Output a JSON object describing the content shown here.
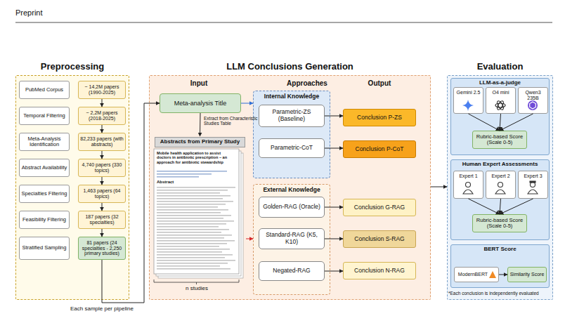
{
  "diagram": {
    "nodes": [
      {
        "text": [
          "Preprocessing"
        ]
      },
      {
        "text": [
          "PubMed Corpus"
        ],
        "in": 0
      },
      {
        "text": [
          "~ 14,2M papers (1990-2025)"
        ],
        "in": 0
      },
      {
        "text": [
          "Temporal Filtering"
        ],
        "in": 0
      },
      {
        "text": [
          "~ 2,2M papers (2018-2025)"
        ],
        "in": 0
      },
      {
        "text": [
          "Meta-Analysis Identification"
        ],
        "in": 0
      },
      {
        "text": [
          "82,233 papers (with abstracts)"
        ],
        "in": 0
      },
      {
        "text": [
          "Abstract Availability"
        ],
        "in": 0
      },
      {
        "text": [
          "4,740 papers (330 topics)"
        ],
        "in": 0
      },
      {
        "text": [
          "Specialties Filtering"
        ],
        "in": 0
      },
      {
        "text": [
          "1,463 papers (64 topics)"
        ],
        "in": 0
      },
      {
        "text": [
          "Feasibility Filtering"
        ],
        "in": 0
      },
      {
        "text": [
          "187 papers (32 specialties)"
        ],
        "in": 0
      },
      {
        "text": [
          "Stratified Sampling"
        ],
        "in": 0
      },
      {
        "text": [
          "81 papers (24 specialties - 2,250 primary studies)"
        ],
        "in": 0
      },
      {
        "text": [
          "LLM Conclusions Generation"
        ]
      },
      {
        "text": [
          "Meta-analysis Title"
        ],
        "in": 15
      },
      {
        "text": [
          "Abstracts from Primary Study"
        ],
        "in": 15
      },
      {
        "text": [
          "Internal Knowledge"
        ],
        "in": 15
      },
      {
        "text": [
          "Parametric-ZS (Baseline)"
        ],
        "in": 18
      },
      {
        "text": [
          "Parametric-CoT"
        ],
        "in": 18
      },
      {
        "text": [
          "External Knowledge"
        ],
        "in": 15
      },
      {
        "text": [
          "Golden-RAG (Oracle)"
        ],
        "in": 21
      },
      {
        "text": [
          "Standard-RAG (K5, K10)"
        ],
        "in": 21
      },
      {
        "text": [
          "Negated-RAG"
        ],
        "in": 21
      },
      {
        "text": [
          "Conclusion P-ZS"
        ],
        "in": 15
      },
      {
        "text": [
          "Conclusion P-CoT"
        ],
        "in": 15
      },
      {
        "text": [
          "Conclusion G-RAG"
        ],
        "in": 15
      },
      {
        "text": [
          "Conclusion S-RAG"
        ],
        "in": 15
      },
      {
        "text": [
          "Conclusion N-RAG"
        ],
        "in": 15
      },
      {
        "text": [
          "Evaluation"
        ]
      },
      {
        "text": [
          "LLM-as-a-judge"
        ],
        "in": 30
      },
      {
        "text": [
          "Gemini 2.5"
        ],
        "in": 31
      },
      {
        "text": [
          "O4 mini"
        ],
        "in": 31
      },
      {
        "text": [
          "Qwen3 235B"
        ],
        "in": 31
      },
      {
        "text": [
          "Rubric-based Score (Scale 0-5)"
        ],
        "in": 31
      },
      {
        "text": [
          "Human Expert Assessments"
        ],
        "in": 30
      },
      {
        "text": [
          "Expert 1"
        ],
        "in": 36
      },
      {
        "text": [
          "Expert 2"
        ],
        "in": 36
      },
      {
        "text": [
          "Expert 3"
        ],
        "in": 36
      },
      {
        "text": [
          "Rubric-based Score (Scale 0-5)"
        ],
        "in": 36
      },
      {
        "text": [
          "BERT Score"
        ],
        "in": 30
      },
      {
        "text": [
          "ModernBERT"
        ],
        "in": 41
      },
      {
        "text": [
          "Similarity Score"
        ],
        "in": 41
      }
    ],
    "edges": [
      {
        "from": 2,
        "to": 4,
        "arrow": "to"
      },
      {
        "from": 4,
        "to": 6,
        "arrow": "to"
      },
      {
        "from": 6,
        "to": 8,
        "arrow": "to"
      },
      {
        "from": 8,
        "to": 10,
        "arrow": "to"
      },
      {
        "from": 10,
        "to": 12,
        "arrow": "to"
      },
      {
        "from": 12,
        "to": 14,
        "arrow": "to"
      },
      {
        "from": 14,
        "to": 16,
        "label": "Each sample per pipeline",
        "arrow": "to"
      },
      {
        "from": 16,
        "to": 17,
        "label": "Extract from Characteristic Studies Table",
        "arrow": "to"
      },
      {
        "from": 16,
        "to": 18,
        "arrow": "to"
      },
      {
        "from": 17,
        "to": 21,
        "arrow": "to"
      },
      {
        "from": 19,
        "to": 25,
        "arrow": "to"
      },
      {
        "from": 20,
        "to": 26,
        "arrow": "to"
      },
      {
        "from": 22,
        "to": 27,
        "arrow": "to"
      },
      {
        "from": 23,
        "to": 28,
        "arrow": "to"
      },
      {
        "from": 24,
        "to": 29,
        "arrow": "to"
      },
      {
        "from": 15,
        "to": 30,
        "arrow": "to"
      },
      {
        "from": 32,
        "to": 35,
        "arrow": "to"
      },
      {
        "from": 33,
        "to": 35,
        "arrow": "to"
      },
      {
        "from": 34,
        "to": 35,
        "arrow": "to"
      },
      {
        "from": 37,
        "to": 40,
        "arrow": "to"
      },
      {
        "from": 38,
        "to": 40,
        "arrow": "to"
      },
      {
        "from": 39,
        "to": 40,
        "arrow": "to"
      },
      {
        "from": 42,
        "to": 43,
        "arrow": "to"
      }
    ],
    "labels": [
      "Preprint",
      "Input",
      "Approaches",
      "Output",
      "Mobile health application to assist doctors in antibiotic prescription – an approach for antibiotic stewardship",
      "Abstract",
      "n studies",
      "*Each conclusion is independently evaluated"
    ]
  }
}
